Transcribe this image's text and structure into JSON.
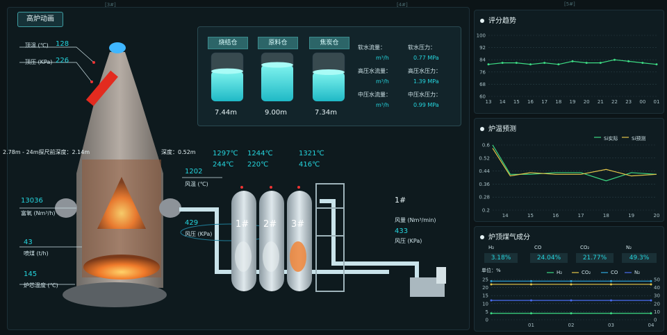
{
  "header": {
    "title_button": "高炉动画",
    "tabs": [
      "[3#]",
      "[4#]",
      "[5#]"
    ]
  },
  "furnace": {
    "top_temp": {
      "label": "顶温 (℃)",
      "value": "128"
    },
    "top_pressure": {
      "label": "顶压 (KPa)",
      "value": "226"
    },
    "probe": {
      "left": "2.78m - 24m探尺前深度：2.14m",
      "right": "深度：0.52m"
    },
    "oxygen": {
      "label": "富氧 (Nm³/h)",
      "value": "13036"
    },
    "coal": {
      "label": "喷煤 (t/h)",
      "value": "43"
    },
    "core_temp": {
      "label": "炉芯温度 (℃)",
      "value": "145"
    },
    "blast_temp": {
      "label": "风温 (℃)",
      "value": "1202"
    },
    "blast_pressure": {
      "label": "风压 (KPa)",
      "value": "429"
    }
  },
  "tanks": [
    {
      "name": "烧结仓",
      "level": "7.44m",
      "fill": 0.62
    },
    {
      "name": "原料仓",
      "level": "9.00m",
      "fill": 0.75
    },
    {
      "name": "焦炭仓",
      "level": "7.34m",
      "fill": 0.6
    }
  ],
  "water": {
    "soft_flow_label": "软水流量：",
    "soft_flow_unit": "m³/h",
    "soft_pressure_label": "软水压力：",
    "soft_pressure": "0.77 MPa",
    "high_flow_label": "高压水流量：",
    "high_flow_unit": "m³/h",
    "high_pressure_label": "高压水压力：",
    "high_pressure": "1.39 MPa",
    "mid_flow_label": "中压水流量：",
    "mid_flow_unit": "m³/h",
    "mid_pressure_label": "中压水压力：",
    "mid_pressure": "0.99 MPa"
  },
  "stoves": [
    {
      "name": "1#",
      "t1": "1297℃",
      "t2": "244℃"
    },
    {
      "name": "2#",
      "t1": "1244℃",
      "t2": "220℃"
    },
    {
      "name": "3#",
      "t1": "1321℃",
      "t2": "416℃"
    }
  ],
  "blower": {
    "name": "1#",
    "flow_label": "风量 (Nm³/min)",
    "pressure_value": "433",
    "pressure_label": "风压 (KPa)"
  },
  "score_panel": {
    "title": "评分趋势"
  },
  "temp_panel": {
    "title": "炉温预测",
    "legend": [
      "Si实际",
      "Si预测"
    ]
  },
  "gas_panel": {
    "title": "炉顶煤气成分",
    "items": [
      {
        "name": "H₂",
        "value": "3.18%"
      },
      {
        "name": "CO",
        "value": "24.04%"
      },
      {
        "name": "CO₂",
        "value": "21.77%"
      },
      {
        "name": "N₂",
        "value": "49.3%"
      }
    ],
    "unit": "单位：%",
    "legend": [
      "H₂",
      "CO₂",
      "CO",
      "N₂"
    ]
  },
  "chart_data": [
    {
      "type": "line",
      "x": [
        "13",
        "14",
        "15",
        "16",
        "17",
        "18",
        "19",
        "20",
        "21",
        "22",
        "23",
        "00",
        "01"
      ],
      "series": [
        {
          "values": [
            81,
            82,
            82,
            81,
            82,
            81,
            83,
            82,
            82,
            84,
            83,
            82,
            81
          ]
        }
      ],
      "ylim": [
        60,
        100
      ],
      "yticks": [
        "60",
        "68",
        "76",
        "84",
        "92",
        "100"
      ],
      "grid": true
    },
    {
      "type": "line",
      "x": [
        "14",
        "15",
        "16",
        "17",
        "18",
        "19",
        "20"
      ],
      "series": [
        {
          "name": "Si实际",
          "values": [
            0.6,
            0.42,
            0.42,
            0.43,
            0.43,
            0.38,
            0.43,
            0.42
          ]
        },
        {
          "name": "Si预测",
          "values": [
            0.58,
            0.41,
            0.43,
            0.42,
            0.42,
            0.45,
            0.41,
            0.42
          ]
        }
      ],
      "xpoints": [
        13.5,
        14.2,
        15,
        16,
        17,
        18,
        19,
        20
      ],
      "ylim": [
        0.2,
        0.6
      ],
      "yticks": [
        "0.2",
        "0.28",
        "0.36",
        "0.44",
        "0.52",
        "0.6"
      ],
      "grid": true
    },
    {
      "type": "line",
      "x": [
        "01",
        "02",
        "03",
        "04"
      ],
      "series": [
        {
          "name": "H₂",
          "values": [
            4,
            4,
            4,
            4,
            4
          ]
        },
        {
          "name": "CO₂",
          "values": [
            22,
            22,
            22,
            22,
            22
          ]
        },
        {
          "name": "CO",
          "values": [
            24,
            24,
            24,
            24,
            24
          ]
        },
        {
          "name": "N₂",
          "values": [
            12,
            12,
            12,
            12,
            12
          ]
        }
      ],
      "ylim": [
        0,
        25
      ],
      "yticks": [
        "0",
        "5",
        "10",
        "15",
        "20",
        "25"
      ],
      "y2ticks": [
        "0",
        "10",
        "20",
        "30",
        "40",
        "50"
      ],
      "grid": true
    }
  ]
}
